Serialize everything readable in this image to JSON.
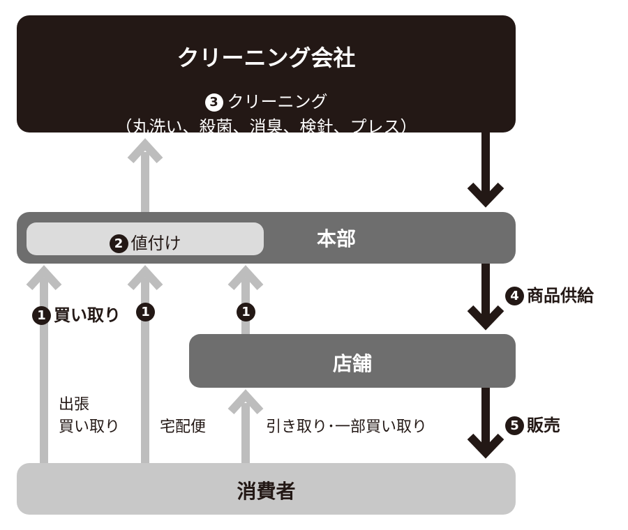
{
  "colors": {
    "dark": "#231815",
    "mid_gray": "#6e6e6e",
    "light_gray": "#c8c8c8",
    "pill_gray": "#dcdcdc",
    "arrow_light": "#bdbdbd"
  },
  "company": {
    "title": "クリーニング会社",
    "step_number": "3",
    "step_label": "クリーニング",
    "detail": "（丸洗い、殺菌、消臭、検針、プレス）"
  },
  "headquarters": {
    "title": "本部",
    "pricing_number": "2",
    "pricing_label": "値付け"
  },
  "store": {
    "title": "店舗"
  },
  "consumer": {
    "title": "消費者"
  },
  "flows": {
    "purchase_number": "1",
    "purchase_label": "買い取り",
    "courier_number": "1",
    "store_number": "1",
    "supply_number": "4",
    "supply_label": "商品供給",
    "sales_number": "5",
    "sales_label": "販売"
  },
  "channels": {
    "outcall_line1": "出張",
    "outcall_line2": "買い取り",
    "courier": "宅配便",
    "store_pickup": "引き取り･一部買い取り"
  }
}
